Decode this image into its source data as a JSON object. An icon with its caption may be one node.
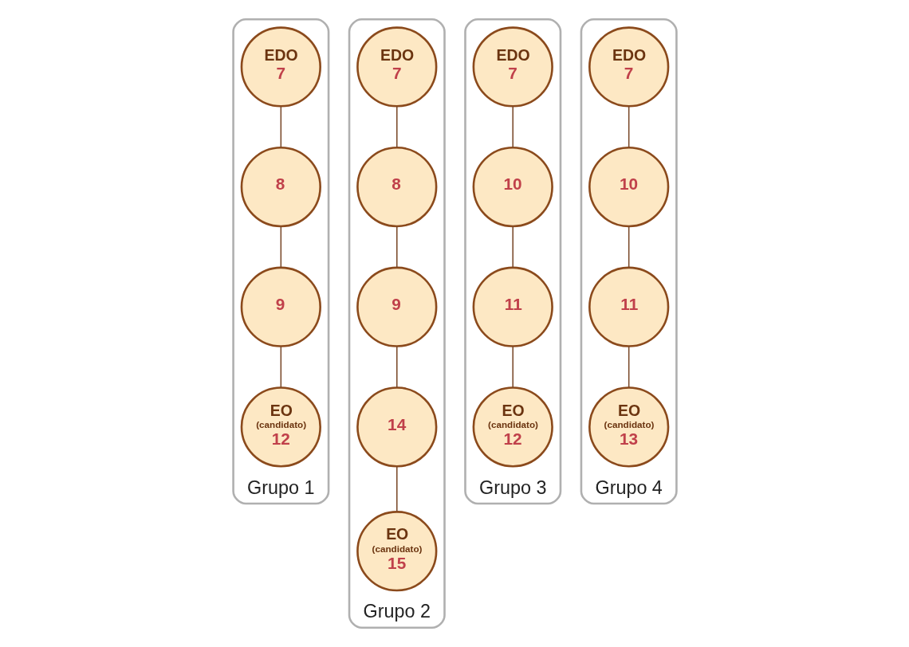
{
  "diagram": {
    "nodes": [
      {
        "text": [
          "Grupo 1"
        ]
      },
      {
        "text": [
          "EDO",
          "7"
        ],
        "in": 0
      },
      {
        "text": [
          "8"
        ],
        "in": 0
      },
      {
        "text": [
          "9"
        ],
        "in": 0
      },
      {
        "text": [
          "EO",
          "(candidato)",
          "12"
        ],
        "in": 0
      },
      {
        "text": [
          "Grupo 2"
        ]
      },
      {
        "text": [
          "EDO",
          "7"
        ],
        "in": 5
      },
      {
        "text": [
          "8"
        ],
        "in": 5
      },
      {
        "text": [
          "9"
        ],
        "in": 5
      },
      {
        "text": [
          "14"
        ],
        "in": 5
      },
      {
        "text": [
          "EO",
          "(candidato)",
          "15"
        ],
        "in": 5
      },
      {
        "text": [
          "Grupo 3"
        ]
      },
      {
        "text": [
          "EDO",
          "7"
        ],
        "in": 11
      },
      {
        "text": [
          "10"
        ],
        "in": 11
      },
      {
        "text": [
          "11"
        ],
        "in": 11
      },
      {
        "text": [
          "EO",
          "(candidato)",
          "12"
        ],
        "in": 11
      },
      {
        "text": [
          "Grupo 4"
        ]
      },
      {
        "text": [
          "EDO",
          "7"
        ],
        "in": 16
      },
      {
        "text": [
          "10"
        ],
        "in": 16
      },
      {
        "text": [
          "11"
        ],
        "in": 16
      },
      {
        "text": [
          "EO",
          "(candidato)",
          "13"
        ],
        "in": 16
      }
    ],
    "edges": [
      {
        "from": 1,
        "to": 2,
        "arrow": "none"
      },
      {
        "from": 2,
        "to": 3,
        "arrow": "none"
      },
      {
        "from": 3,
        "to": 4,
        "arrow": "none"
      },
      {
        "from": 6,
        "to": 7,
        "arrow": "none"
      },
      {
        "from": 7,
        "to": 8,
        "arrow": "none"
      },
      {
        "from": 8,
        "to": 9,
        "arrow": "none"
      },
      {
        "from": 9,
        "to": 10,
        "arrow": "none"
      },
      {
        "from": 12,
        "to": 13,
        "arrow": "none"
      },
      {
        "from": 13,
        "to": 14,
        "arrow": "none"
      },
      {
        "from": 14,
        "to": 15,
        "arrow": "none"
      },
      {
        "from": 17,
        "to": 18,
        "arrow": "none"
      },
      {
        "from": 18,
        "to": 19,
        "arrow": "none"
      },
      {
        "from": 19,
        "to": 20,
        "arrow": "none"
      }
    ]
  }
}
